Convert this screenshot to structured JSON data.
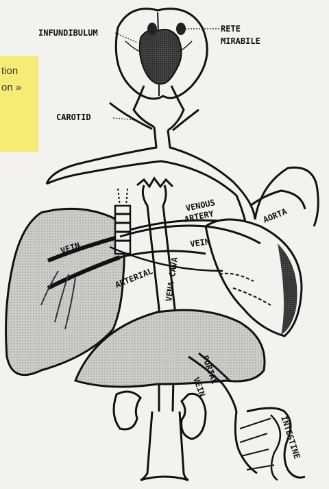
{
  "caption": {
    "line1": "tion",
    "line2": "on »"
  },
  "labels": {
    "infundibulum": "INFUNDIBULUM",
    "rete": "RETE",
    "mirabile": "MIRABILE",
    "carotid": "CAROTID",
    "venous_artery_1": "VENOUS",
    "venous_artery_2": "ARTERY",
    "aorta": "AORTA",
    "vein": "VEIN",
    "vena_cava": "VENA CAVA",
    "arterial": "ARTERIAL",
    "vein_lung": "VEIN",
    "portal": "PORTAL",
    "portal_vein": "VEIN",
    "intestine": "INTESTINE"
  },
  "colors": {
    "paper": "#f3f2ef",
    "highlight": "#f4ec74",
    "ink": "#111111"
  }
}
